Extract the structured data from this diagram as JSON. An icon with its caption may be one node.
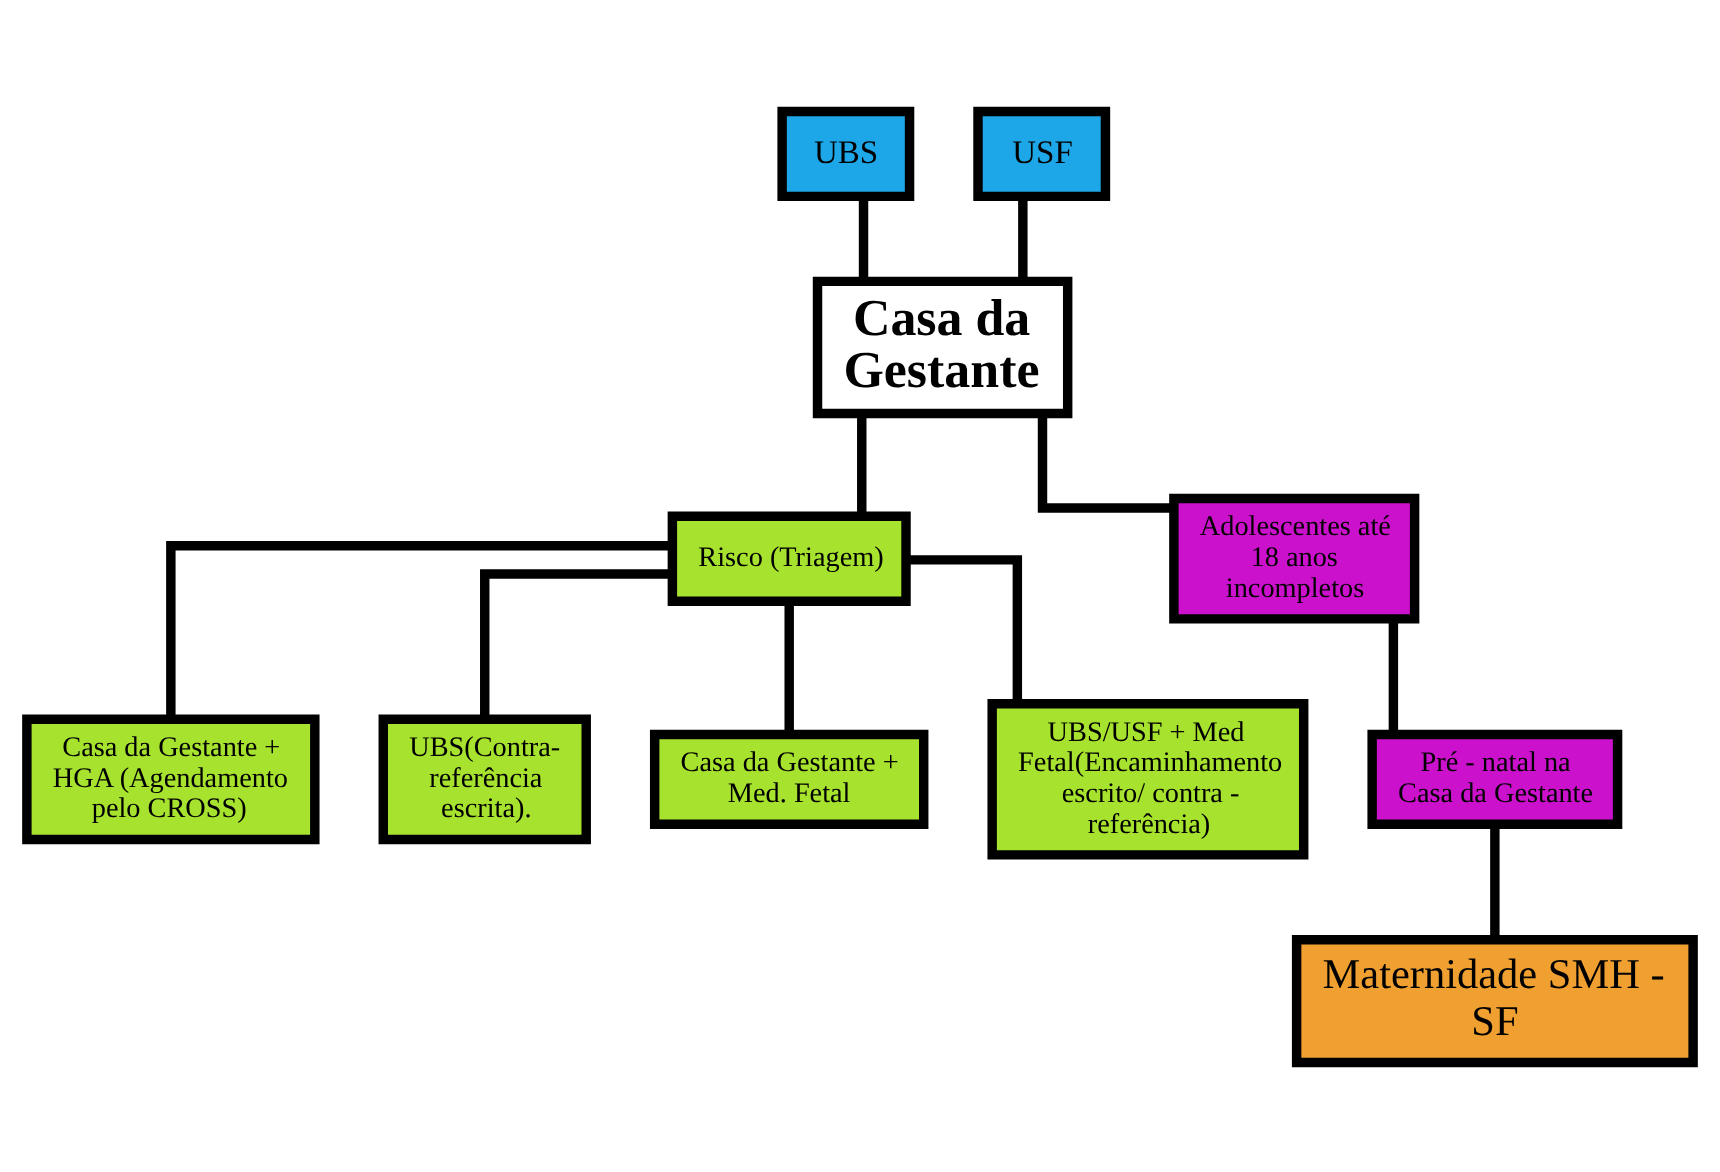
{
  "diagram": {
    "nodes": [
      {
        "text": [
          "UBS"
        ]
      },
      {
        "text": [
          "USF"
        ]
      },
      {
        "text": [
          "Casa da Gestante"
        ]
      },
      {
        "text": [
          "Risco (Triagem)"
        ]
      },
      {
        "text": [
          "Adolescentes até 18 anos incompletos"
        ]
      },
      {
        "text": [
          "Casa da Gestante + HGA (Agendamento pelo CROSS)"
        ]
      },
      {
        "text": [
          "UBS(Contra- referência escrita)."
        ]
      },
      {
        "text": [
          "Pré - natal na Casa da Gestante"
        ]
      },
      {
        "text": [
          "Casa da Gestante + Med. Fetal"
        ]
      },
      {
        "text": [
          "UBS/USF + Med Fetal(Encaminhamento escrito/ contra - referência)"
        ]
      },
      {
        "text": [
          "Maternidade SMH - SF"
        ]
      }
    ],
    "edges": [
      {
        "from": 0,
        "to": 2,
        "arrow": "none"
      },
      {
        "from": 1,
        "to": 2,
        "arrow": "none"
      },
      {
        "from": 2,
        "to": 3,
        "arrow": "none"
      },
      {
        "from": 2,
        "to": 4,
        "arrow": "none"
      },
      {
        "from": 3,
        "to": 5,
        "arrow": "none"
      },
      {
        "from": 3,
        "to": 6,
        "arrow": "none"
      },
      {
        "from": 3,
        "to": 8,
        "arrow": "none"
      },
      {
        "from": 3,
        "to": 9,
        "arrow": "none"
      },
      {
        "from": 4,
        "to": 7,
        "arrow": "none"
      },
      {
        "from": 7,
        "to": 10,
        "arrow": "none"
      }
    ]
  }
}
